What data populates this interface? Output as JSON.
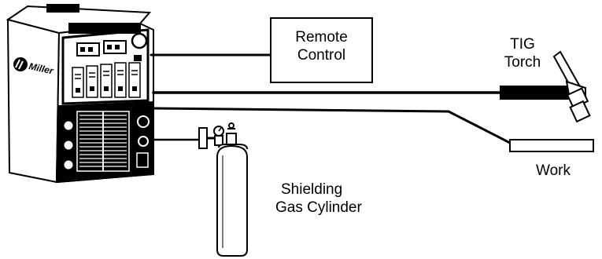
{
  "machine": {
    "brand": "Miller"
  },
  "labels": {
    "remote_line1": "Remote",
    "remote_line2": "Control",
    "torch_line1": "TIG",
    "torch_line2": "Torch",
    "work": "Work",
    "cylinder_line1": "Shielding",
    "cylinder_line2": "Gas Cylinder"
  },
  "colors": {
    "ink": "#000000",
    "paper": "#ffffff"
  }
}
